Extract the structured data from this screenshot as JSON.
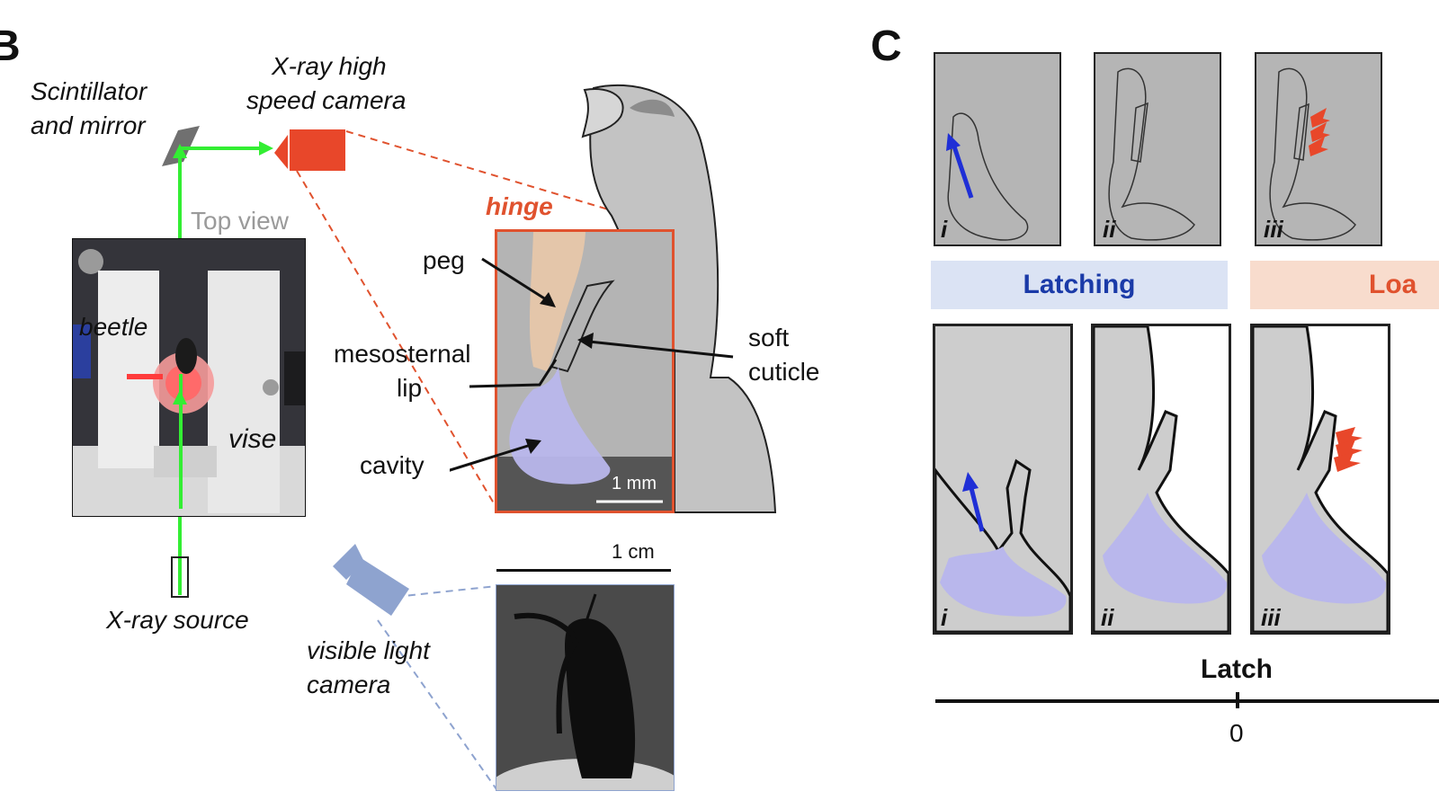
{
  "panel_b": {
    "letter": "B",
    "labels": {
      "scintillator_line1": "Scintillator",
      "scintillator_line2": "and mirror",
      "camera_line1": "X-ray high",
      "camera_line2": "speed camera",
      "top_view": "Top view",
      "beetle": "beetle",
      "vise": "vise",
      "xray_source": "X-ray source",
      "hinge": "hinge",
      "peg": "peg",
      "mesosternal_line1": "mesosternal",
      "mesosternal_line2": "lip",
      "cavity": "cavity",
      "soft_line1": "soft",
      "soft_line2": "cuticle",
      "scale_1mm": "1 mm",
      "scale_1cm": "1 cm",
      "visible_line1": "visible light",
      "visible_line2": "camera"
    },
    "colors": {
      "beam": "#33ee33",
      "camera": "#e8472a",
      "hinge": "#e0522e",
      "peg_fill": "#e9c8a8",
      "cavity_fill": "#b9b7ec",
      "visible_camera": "#8ea3cf"
    }
  },
  "panel_c": {
    "letter": "C",
    "xray_frames": [
      "i",
      "ii",
      "iii"
    ],
    "diagram_frames": [
      "i",
      "ii",
      "iii"
    ],
    "banners": [
      {
        "label": "Latching",
        "bg": "#dbe3f4",
        "color": "#1a3aa8"
      },
      {
        "label": "Loa",
        "bg": "#f8dccd",
        "color": "#e0522e"
      }
    ],
    "timeline": {
      "label": "Latch",
      "tick": "0"
    },
    "colors": {
      "arrow_blue": "#1f2fd6",
      "arrow_red": "#e8472a",
      "cavity_fill": "#b9b7ec"
    }
  }
}
